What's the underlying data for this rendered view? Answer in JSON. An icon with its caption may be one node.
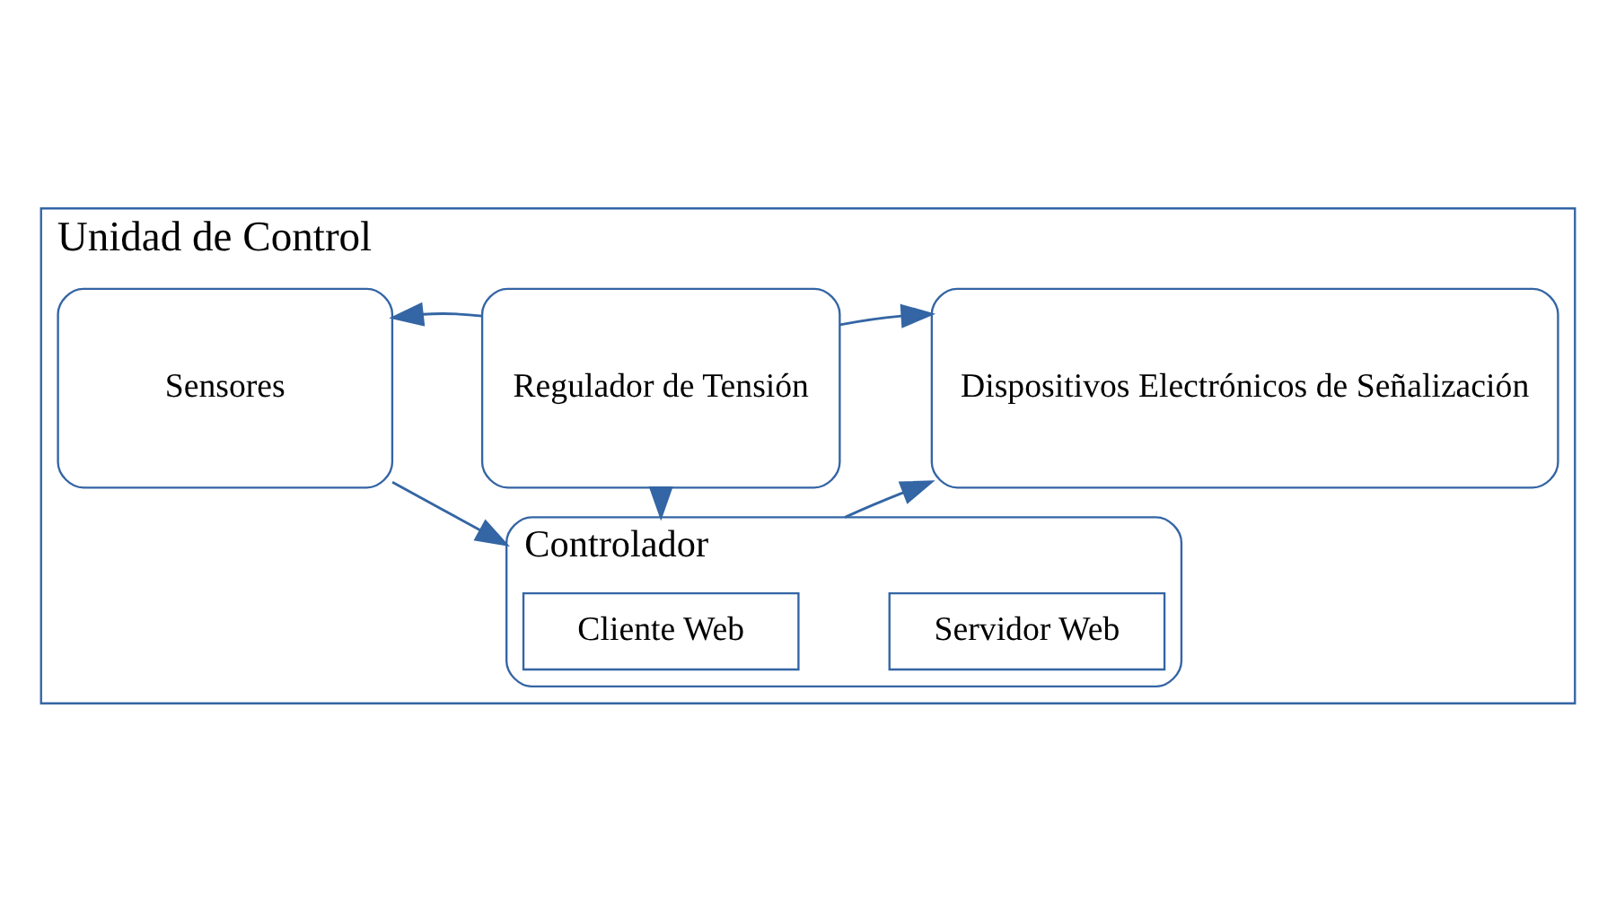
{
  "diagram": {
    "nodes": [
      {
        "text": [
          "Unidad de Control"
        ]
      },
      {
        "text": [
          "Sensores"
        ],
        "in": 0
      },
      {
        "text": [
          "Regulador de Tensión"
        ],
        "in": 0
      },
      {
        "text": [
          "Dispositivos Electrónicos de Señalización"
        ],
        "in": 0
      },
      {
        "text": [
          "Controlador"
        ],
        "in": 0
      },
      {
        "text": [
          "Cliente Web"
        ],
        "in": 4
      },
      {
        "text": [
          "Servidor Web"
        ],
        "in": 4
      }
    ],
    "edges": [
      {
        "from": 2,
        "to": 1,
        "arrow": "to"
      },
      {
        "from": 2,
        "to": 3,
        "arrow": "to"
      },
      {
        "from": 2,
        "to": 4,
        "arrow": "to"
      },
      {
        "from": 1,
        "to": 4,
        "arrow": "to"
      },
      {
        "from": 4,
        "to": 3,
        "arrow": "to"
      }
    ]
  }
}
